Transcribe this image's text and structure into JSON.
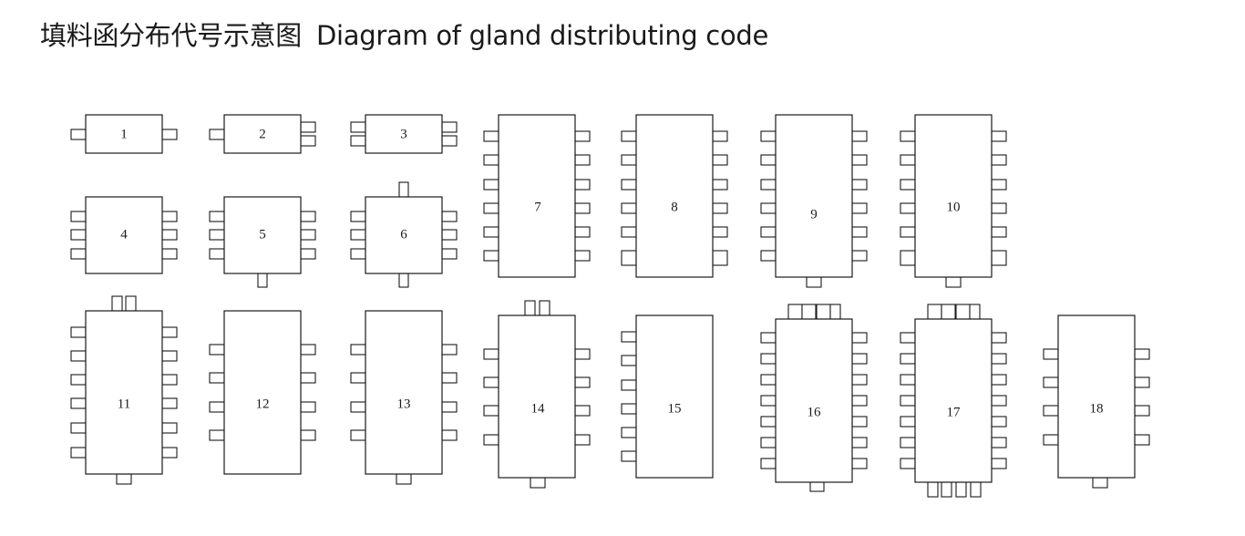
{
  "title": {
    "zh": "填料函分布代号示意图",
    "en": "Diagram of gland distributing code"
  },
  "glands": [
    {
      "code": "1",
      "left_ports": 1,
      "right_ports": 1,
      "top_ports": 0,
      "bottom_ports": 0
    },
    {
      "code": "2",
      "left_ports": 1,
      "right_ports": 2,
      "top_ports": 0,
      "bottom_ports": 0
    },
    {
      "code": "3",
      "left_ports": 2,
      "right_ports": 2,
      "top_ports": 0,
      "bottom_ports": 0
    },
    {
      "code": "4",
      "left_ports": 3,
      "right_ports": 3,
      "top_ports": 0,
      "bottom_ports": 0
    },
    {
      "code": "5",
      "left_ports": 3,
      "right_ports": 3,
      "top_ports": 0,
      "bottom_ports": 1
    },
    {
      "code": "6",
      "left_ports": 3,
      "right_ports": 3,
      "top_ports": 1,
      "bottom_ports": 1
    },
    {
      "code": "7",
      "left_ports": 6,
      "right_ports": 6,
      "top_ports": 0,
      "bottom_ports": 0
    },
    {
      "code": "8",
      "left_ports": 6,
      "right_ports": 6,
      "top_ports": 0,
      "bottom_ports": 0
    },
    {
      "code": "9",
      "left_ports": 6,
      "right_ports": 6,
      "top_ports": 0,
      "bottom_ports": 1
    },
    {
      "code": "10",
      "left_ports": 6,
      "right_ports": 6,
      "top_ports": 0,
      "bottom_ports": 1
    },
    {
      "code": "11",
      "left_ports": 6,
      "right_ports": 6,
      "top_ports": 2,
      "bottom_ports": 1
    },
    {
      "code": "12",
      "left_ports": 4,
      "right_ports": 4,
      "top_ports": 0,
      "bottom_ports": 0
    },
    {
      "code": "13",
      "left_ports": 4,
      "right_ports": 4,
      "top_ports": 0,
      "bottom_ports": 1
    },
    {
      "code": "14",
      "left_ports": 4,
      "right_ports": 4,
      "top_ports": 2,
      "bottom_ports": 1
    },
    {
      "code": "15",
      "left_ports": 6,
      "right_ports": 0,
      "top_ports": 0,
      "bottom_ports": 0
    },
    {
      "code": "16",
      "left_ports": 7,
      "right_ports": 7,
      "top_ports": 4,
      "bottom_ports": 1
    },
    {
      "code": "17",
      "left_ports": 7,
      "right_ports": 7,
      "top_ports": 4,
      "bottom_ports": 4
    },
    {
      "code": "18",
      "left_ports": 4,
      "right_ports": 4,
      "top_ports": 0,
      "bottom_ports": 1
    }
  ]
}
